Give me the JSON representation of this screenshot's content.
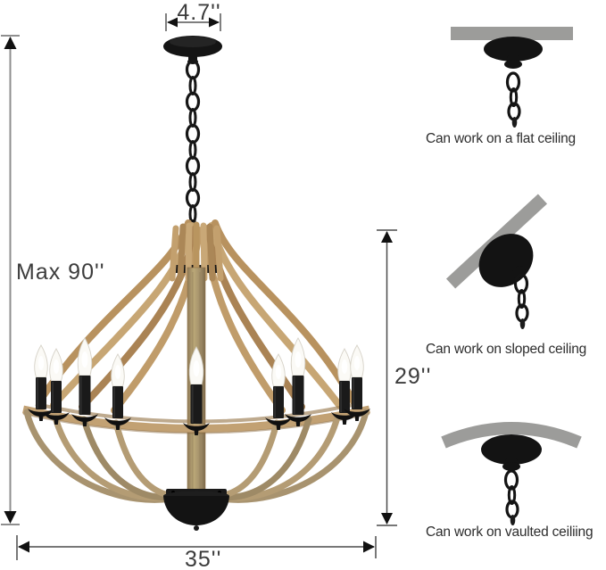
{
  "product": {
    "description": "farmhouse wood empire chandelier with black canopy, chain and candelabra lights",
    "lights_visible": 9
  },
  "dimensions": {
    "canopy_width": "4.7''",
    "max_hanging_height": "Max 90''",
    "body_height": "29''",
    "body_width": "35''"
  },
  "mount_options": [
    {
      "icon": "flat-ceiling-mount-icon",
      "caption": "Can work on a flat ceiling"
    },
    {
      "icon": "sloped-ceiling-mount-icon",
      "caption": "Can work on sloped ceiling"
    },
    {
      "icon": "vaulted-ceiling-mount-icon",
      "caption": "Can work on vaulted ceiliing"
    }
  ],
  "colors": {
    "background": "#ffffff",
    "wood_light": "#cfa97a",
    "wood_mid": "#b08c5c",
    "wood_dark": "#8a6a40",
    "wood_gray": "#a8936f",
    "metal_black": "#161616",
    "ceiling_gray": "#9c9c9a",
    "dimension_line": "#8f8f8f",
    "text": "#3c3c3c"
  }
}
